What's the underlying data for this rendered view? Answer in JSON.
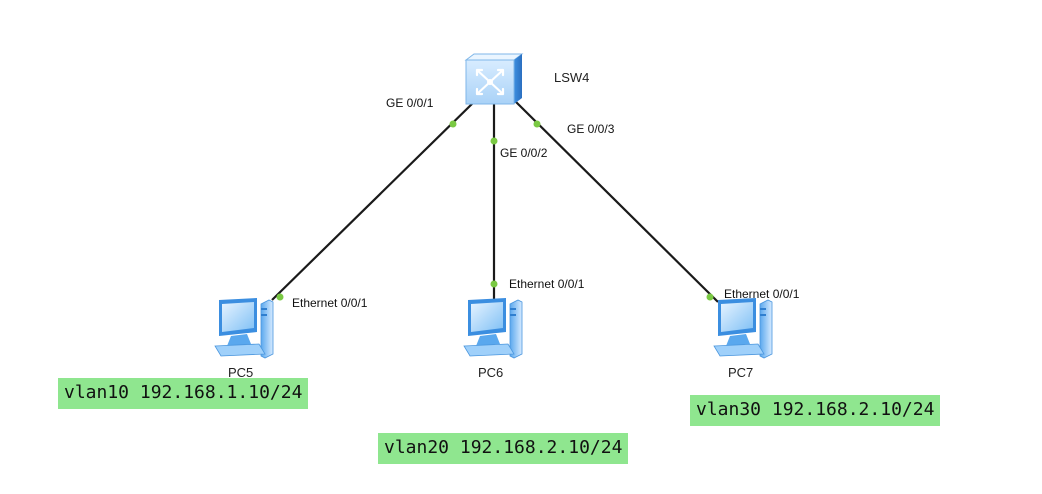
{
  "switch": {
    "name": "LSW4",
    "ports": [
      "GE 0/0/1",
      "GE 0/0/2",
      "GE 0/0/3"
    ]
  },
  "pcs": [
    {
      "name": "PC5",
      "port": "Ethernet 0/0/1",
      "vlan_text": "vlan10 192.168.1.10/24"
    },
    {
      "name": "PC6",
      "port": "Ethernet 0/0/1",
      "vlan_text": "vlan20 192.168.2.10/24"
    },
    {
      "name": "PC7",
      "port": "Ethernet 0/0/1",
      "vlan_text": "vlan30 192.168.2.10/24"
    }
  ],
  "colors": {
    "link": "#1a1a1a",
    "port_dot": "#7ac943",
    "vlan_highlight": "#8fe68f",
    "device_blue": "#4aa3f0"
  },
  "icons": {
    "switch": "layer3-switch-icon",
    "pc": "pc-icon"
  }
}
